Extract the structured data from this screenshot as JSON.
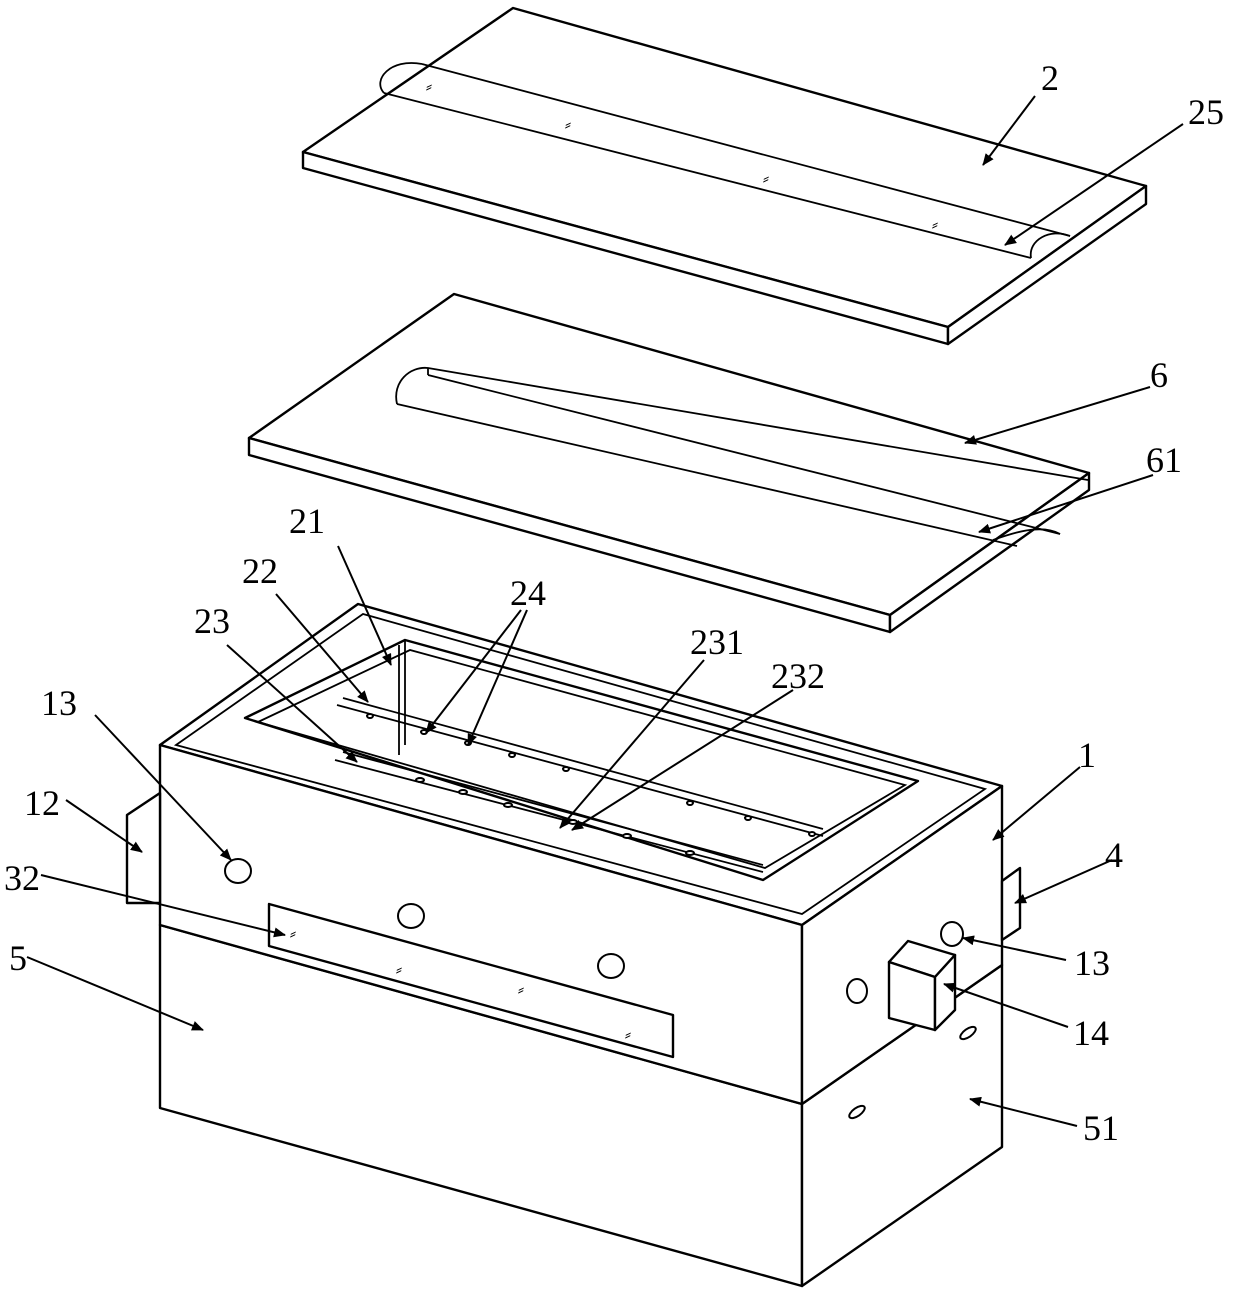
{
  "figure": {
    "type": "exploded-isometric-patent-drawing",
    "line_color": "#000000",
    "background": "#ffffff",
    "parts": [
      "lid-2",
      "plate-6",
      "housing-1",
      "base-5"
    ]
  },
  "labels": {
    "lid": "2",
    "lid_groove": "25",
    "plate": "6",
    "plate_slot": "61",
    "wall_21": "21",
    "rail_22": "22",
    "rail_23": "23",
    "holes_24": "24",
    "sub_231": "231",
    "sub_232": "232",
    "housing": "1",
    "hole_left": "13",
    "hole_right": "13",
    "handle_left": "12",
    "handle_right": "4",
    "box_14": "14",
    "window_32": "32",
    "base": "5",
    "base_side": "51"
  },
  "hatch_mark": "⸗"
}
